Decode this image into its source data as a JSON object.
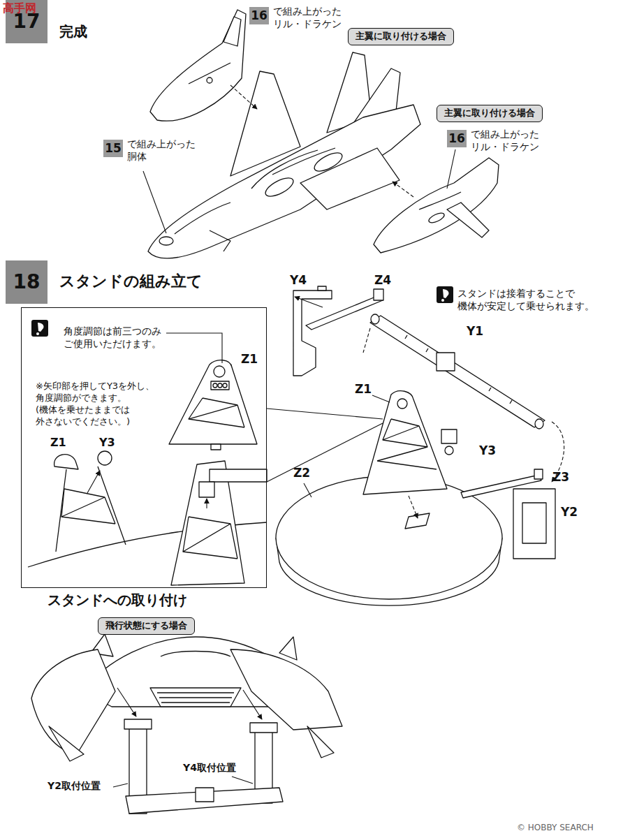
{
  "diagram": {
    "nodes": [
      {
        "text": [
          "17",
          "完成"
        ]
      },
      {
        "text": [
          "16",
          "で組み上がった リル・ドラケン"
        ]
      },
      {
        "text": [
          "主翼に取り付ける場合"
        ]
      },
      {
        "text": [
          "15",
          "で組み上がった 胴体"
        ]
      },
      {
        "text": [
          "主翼に取り付ける場合"
        ]
      },
      {
        "text": [
          "16",
          "で組み上がった リル・ドラケン"
        ]
      },
      {
        "text": [
          "18",
          "スタンドの組み立て"
        ]
      },
      {
        "text": [
          "角度調節は前三つのみ ご使用いただけます。",
          "※矢印部を押してY3を外し、 角度調節ができます。 (機体を乗せたままでは 外さないでください。)"
        ]
      },
      {
        "text": [
          "飛行状態にする場合"
        ]
      }
    ],
    "labels": [
      "高手网",
      "Y4",
      "Z4",
      "スタンドは接着することで 機体が安定して乗せられます。",
      "Y1",
      "Z1",
      "Z1",
      "Y3",
      "Z1",
      "Y3",
      "Z3",
      "Y2",
      "Z2",
      "スタンドへの取り付け",
      "Y4取付位置",
      "Y2取付位置",
      "© HOBBY SEARCH"
    ]
  }
}
